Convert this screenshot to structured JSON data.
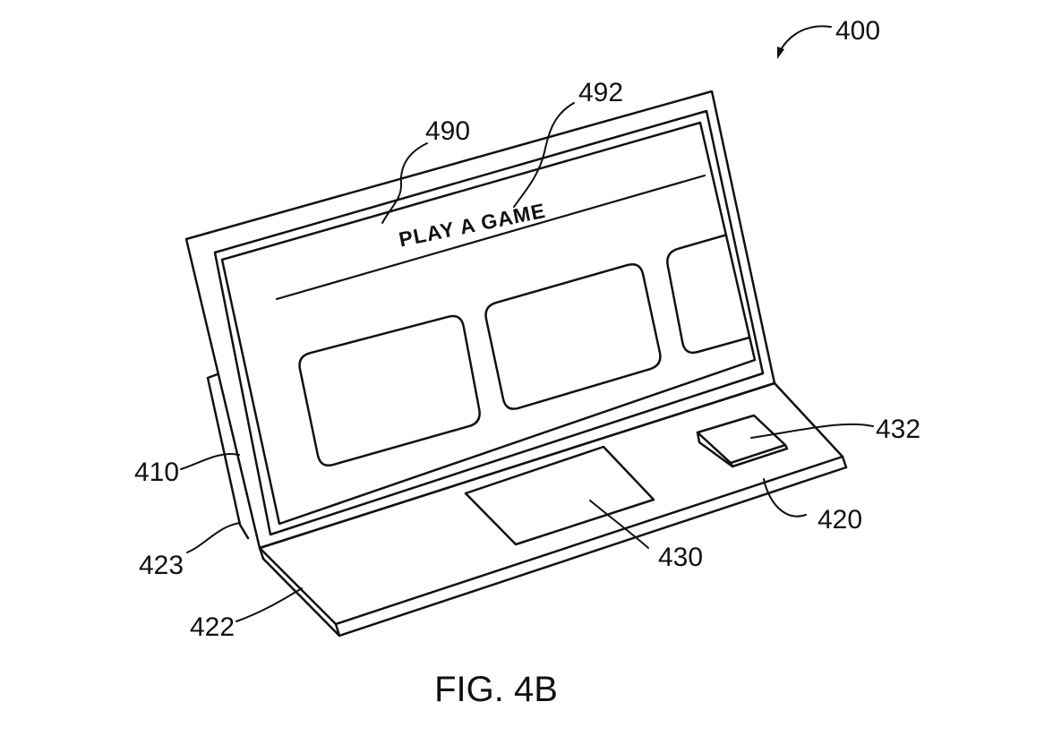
{
  "figure": {
    "caption": "FIG. 4B",
    "line_color": "#111111",
    "background_color": "#ffffff",
    "screen": {
      "title": "PLAY A GAME",
      "tile_count": 3
    },
    "labels": {
      "assembly": "400",
      "display": "410",
      "base": "420",
      "bottom_tray": "422",
      "hinge": "423",
      "touchpad": "430",
      "button": "432",
      "display_screen": "490",
      "menu_bar": "492"
    }
  }
}
